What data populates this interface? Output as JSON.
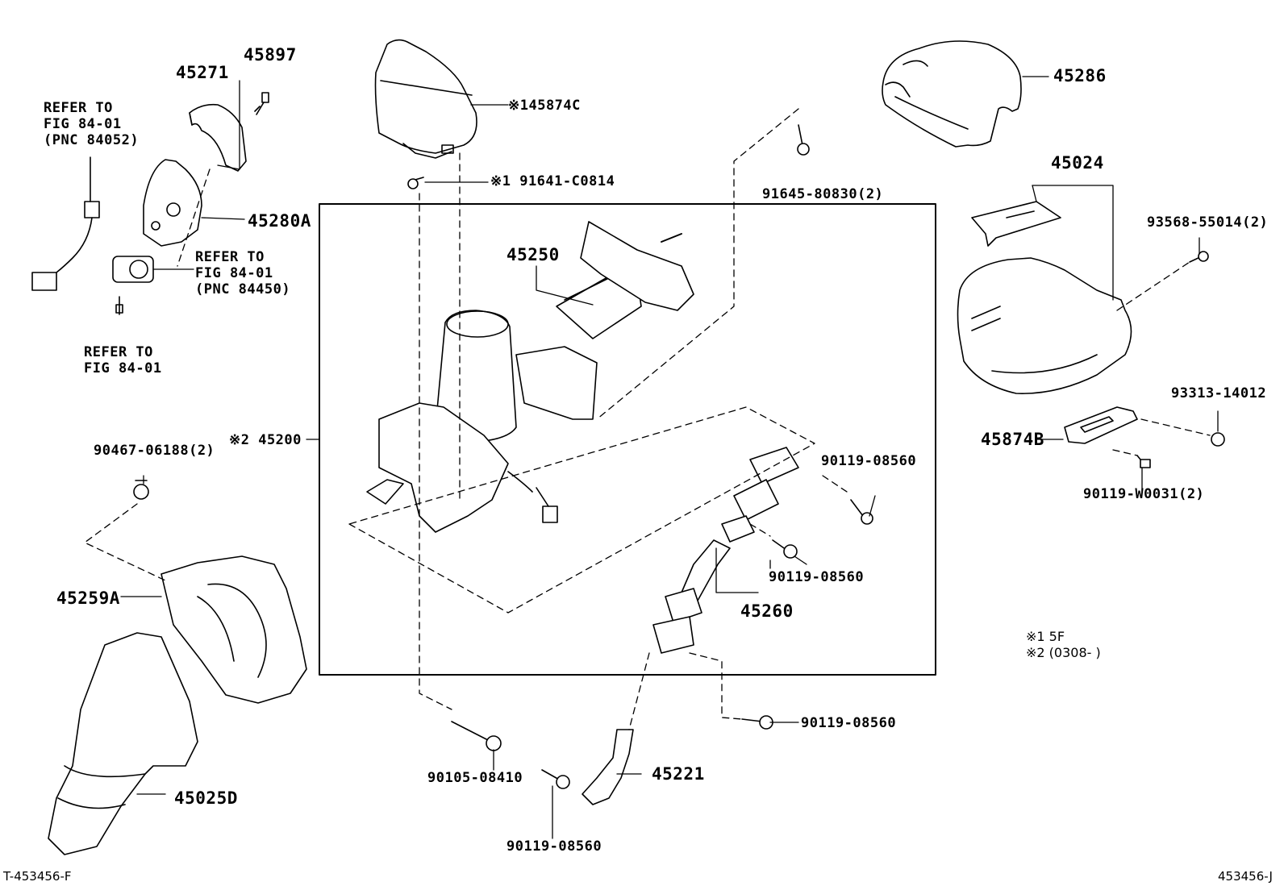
{
  "parts": {
    "p45897": "45897",
    "p45271": "45271",
    "p45874C": "※145874C",
    "p45286": "45286",
    "p91641": "※1 91641-C0814",
    "p91645": "91645-80830(2)",
    "p45024": "45024",
    "p45280A": "45280A",
    "p93568": "93568-55014(2)",
    "p45250": "45250",
    "p45200": "※2 45200",
    "p90467": "90467-06188(2)",
    "p93313": "93313-14012",
    "p45874B": "45874B",
    "p90119_w": "90119-W0031(2)",
    "p90119_a": "90119-08560",
    "p90119_b": "90119-08560",
    "p45260": "45260",
    "p45259A": "45259A",
    "p90119_c": "90119-08560",
    "p90105": "90105-08410",
    "p45221": "45221",
    "p45025D": "45025D",
    "p90119_d": "90119-08560"
  },
  "refs": {
    "r1": [
      "REFER TO",
      "FIG 84-01",
      "(PNC 84052)"
    ],
    "r2": [
      "REFER TO",
      "FIG 84-01",
      "(PNC 84450)"
    ],
    "r3": [
      "REFER TO",
      "FIG 84-01"
    ]
  },
  "notes": {
    "n1": "※1 5F",
    "n2": "※2 (0308-        )"
  },
  "footer": {
    "left": "T-453456-F",
    "right": "453456-J"
  }
}
